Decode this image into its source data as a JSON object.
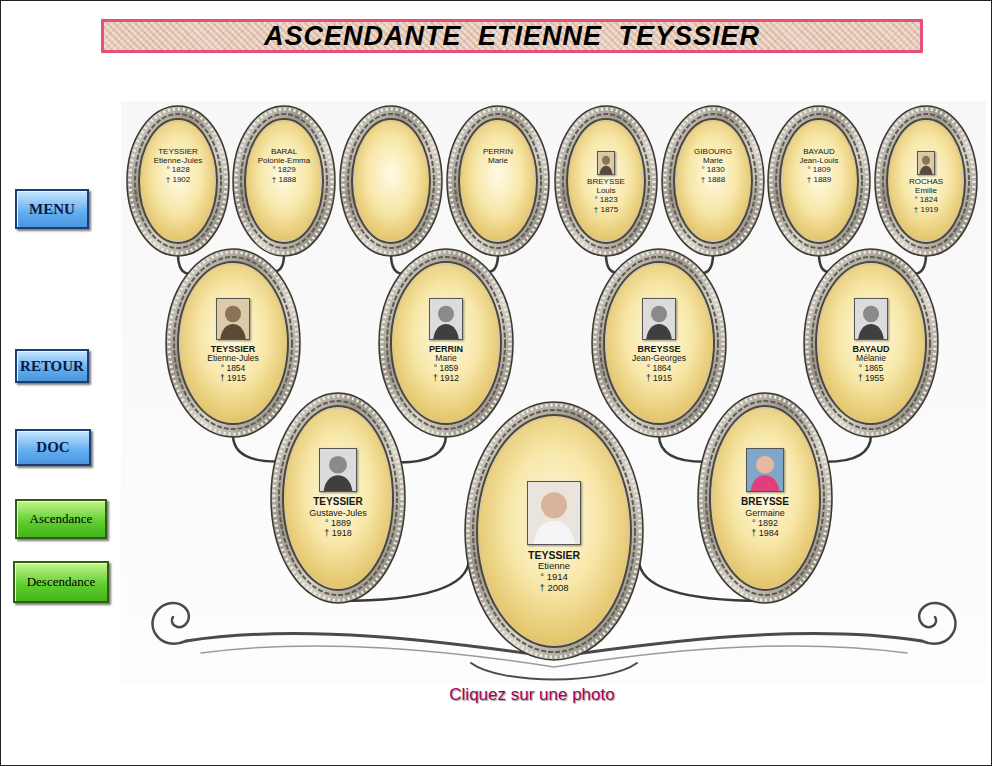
{
  "diagram": {
    "title": "ASCENDANTE ETIENNE TEYSSIER",
    "caption": "Cliquez sur une photo",
    "nodes": [
      {
        "text": [
          "MENU"
        ]
      },
      {
        "text": [
          "RETOUR"
        ]
      },
      {
        "text": [
          "DOC"
        ]
      },
      {
        "text": [
          "Ascendance"
        ]
      },
      {
        "text": [
          "Descendance"
        ]
      },
      {
        "text": [
          "TEYSSIER",
          "Etienne-Jules",
          "° 1828",
          "† 1902"
        ]
      },
      {
        "text": [
          "BARAL",
          "Polonie-Emma",
          "° 1829",
          "† 1888"
        ]
      },
      {
        "text": []
      },
      {
        "text": [
          "PERRIN",
          "Marie"
        ]
      },
      {
        "text": [
          "BREYSSE",
          "Louis",
          "° 1823",
          "† 1875"
        ]
      },
      {
        "text": [
          "GIBOURG",
          "Marie",
          "° 1830",
          "† 1888"
        ]
      },
      {
        "text": [
          "BAYAUD",
          "Jean-Louis",
          "° 1809",
          "† 1889"
        ]
      },
      {
        "text": [
          "ROCHAS",
          "Emilie",
          "° 1824",
          "† 1919"
        ]
      },
      {
        "text": [
          "TEYSSIER",
          "Etienne-Jules",
          "° 1854",
          "† 1915"
        ]
      },
      {
        "text": [
          "PERRIN",
          "Marie",
          "° 1859",
          "† 1912"
        ]
      },
      {
        "text": [
          "BREYSSE",
          "Jean-Georges",
          "° 1864",
          "† 1915"
        ]
      },
      {
        "text": [
          "BAYAUD",
          "Mélanie",
          "° 1865",
          "† 1955"
        ]
      },
      {
        "text": [
          "TEYSSIER",
          "Gustave-Jules",
          "° 1889",
          "† 1918"
        ]
      },
      {
        "text": [
          "TEYSSIER",
          "Etienne",
          "° 1914",
          "† 2008"
        ]
      },
      {
        "text": [
          "BREYSSE",
          "Germaine",
          "° 1892",
          "† 1984"
        ]
      }
    ],
    "edges": [
      {
        "from": 5,
        "to": 13,
        "arrow": "none"
      },
      {
        "from": 6,
        "to": 13,
        "arrow": "none"
      },
      {
        "from": 7,
        "to": 14,
        "arrow": "none"
      },
      {
        "from": 8,
        "to": 14,
        "arrow": "none"
      },
      {
        "from": 9,
        "to": 15,
        "arrow": "none"
      },
      {
        "from": 10,
        "to": 15,
        "arrow": "none"
      },
      {
        "from": 11,
        "to": 16,
        "arrow": "none"
      },
      {
        "from": 12,
        "to": 16,
        "arrow": "none"
      },
      {
        "from": 13,
        "to": 17,
        "arrow": "none"
      },
      {
        "from": 14,
        "to": 17,
        "arrow": "none"
      },
      {
        "from": 15,
        "to": 19,
        "arrow": "none"
      },
      {
        "from": 16,
        "to": 19,
        "arrow": "none"
      },
      {
        "from": 17,
        "to": 18,
        "arrow": "none"
      },
      {
        "from": 19,
        "to": 18,
        "arrow": "none"
      }
    ]
  }
}
